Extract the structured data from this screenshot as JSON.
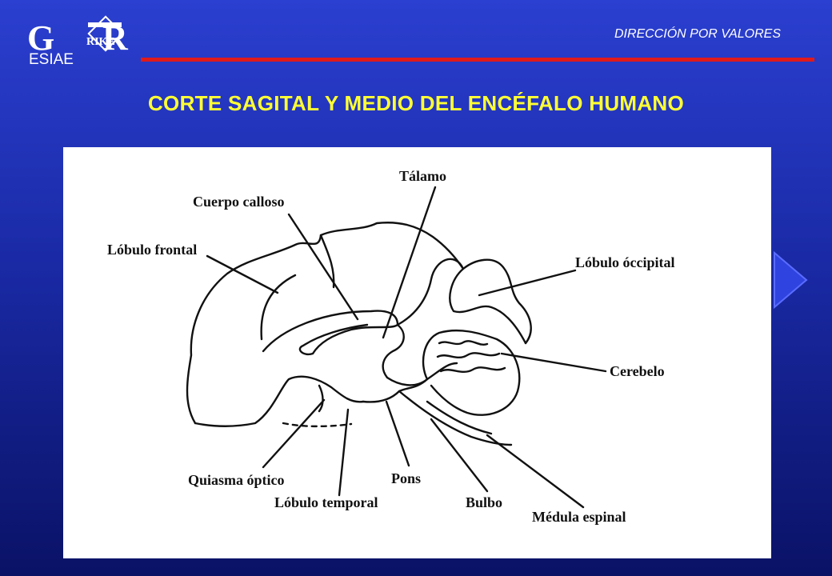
{
  "logo": {
    "letter_left": "G",
    "letter_right": "R",
    "inner_text": "RIKE",
    "caption": "ESIAE"
  },
  "header": {
    "right_text": "DIRECCIÓN POR VALORES"
  },
  "slide": {
    "title": "CORTE SAGITAL Y MEDIO DEL ENCÉFALO HUMANO"
  },
  "figure": {
    "labels": {
      "talamo": "Tálamo",
      "cuerpo_calloso": "Cuerpo calloso",
      "lobulo_frontal": "Lóbulo frontal",
      "lobulo_occipital": "Lóbulo óccipital",
      "cerebelo": "Cerebelo",
      "quiasma_optico": "Quiasma óptico",
      "pons": "Pons",
      "lobulo_temporal": "Lóbulo temporal",
      "bulbo": "Bulbo",
      "medula_espinal": "Médula espinal"
    }
  },
  "colors": {
    "accent_title": "#ffff33",
    "divider": "#e01b1b",
    "background": "#1a2aa6"
  },
  "icons": {
    "nav": "play-arrow-icon"
  }
}
